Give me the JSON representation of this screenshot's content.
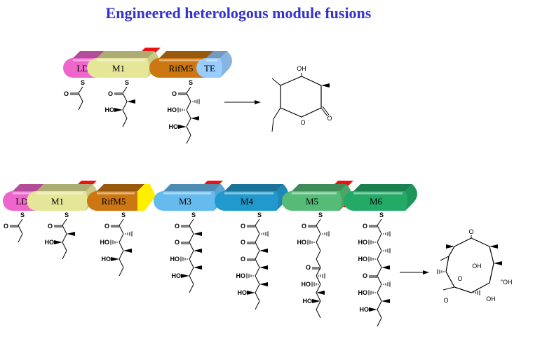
{
  "title": "Engineered heterologous module fusions",
  "colors": {
    "title": "#3333cc",
    "ld": "#ee66cc",
    "m1": "#e6e699",
    "red": "#ee1111",
    "rifm5": "#cc7711",
    "te": "#99ccff",
    "yellow": "#ffee00",
    "m3": "#66bbee",
    "m4": "#2299cc",
    "m5": "#55bb77",
    "m6": "#22aa66"
  },
  "top": {
    "modules": [
      "LD",
      "M1",
      "RifM5",
      "TE"
    ]
  },
  "bottom": {
    "modules": [
      "LD",
      "M1",
      "RifM5",
      "M3",
      "M4",
      "M5",
      "M6"
    ]
  },
  "chem": {
    "s": "S",
    "o": "O",
    "ho": "HO",
    "oh": "OH",
    "ohh": "''OH",
    "hoo": "HO''"
  }
}
